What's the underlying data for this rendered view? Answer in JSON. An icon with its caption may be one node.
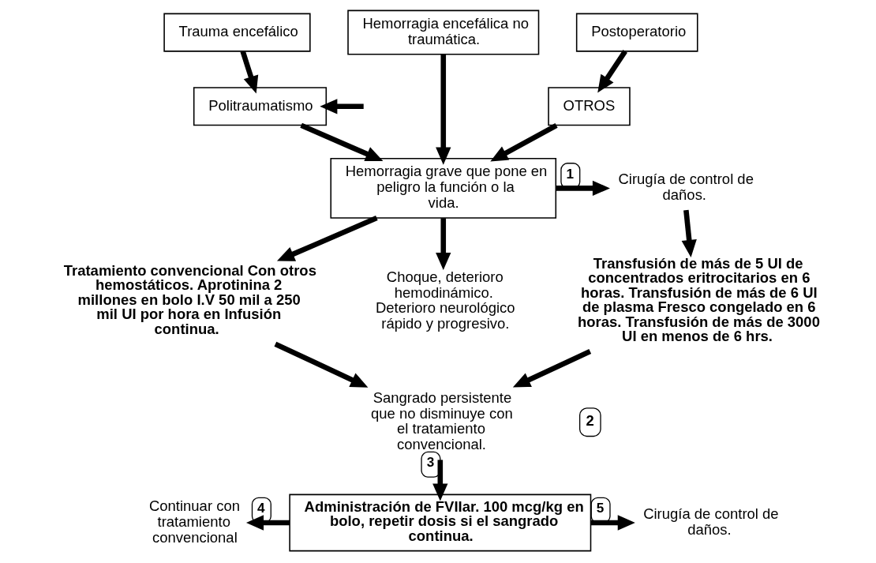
{
  "diagram": {
    "nodes": [
      {
        "text": [
          "Trauma encefálico"
        ]
      },
      {
        "text": [
          "Hemorragia encefálica no traumática."
        ]
      },
      {
        "text": [
          "Postoperatorio"
        ]
      },
      {
        "text": [
          "Politraumatismo"
        ]
      },
      {
        "text": [
          "OTROS"
        ]
      },
      {
        "text": [
          "Hemorragia grave que pone en peligro la función o la vida."
        ]
      },
      {
        "text": [
          "Cirugía de control de daños."
        ]
      },
      {
        "text": [
          "Tratamiento convencional Con otros hemostáticos. Aprotinina 2 millones en bolo I.V 50 mil a 250 mil UI por hora en Infusión continua."
        ]
      },
      {
        "text": [
          "Choque, deterioro hemodinámico. Deterioro neurológico rápido y progresivo."
        ]
      },
      {
        "text": [
          "Transfusión de más de 5 UI de concentrados eritrocitarios en 6 horas. Transfusión de más de 6 UI de plasma Fresco congelado en 6 horas. Transfusión de más de 3000 UI en menos de 6 hrs."
        ]
      },
      {
        "text": [
          "Sangrado persistente que no disminuye con el tratamiento convencional."
        ]
      },
      {
        "text": [
          "Administración de FVIIar. 100 mcg/kg en bolo, repetir dosis si el sangrado continua."
        ]
      },
      {
        "text": [
          "Continuar con tratamiento convencional"
        ]
      },
      {
        "text": [
          "Cirugía de control de daños."
        ]
      }
    ],
    "edges": [
      {
        "from": 0,
        "to": 3,
        "arrow": "to"
      },
      {
        "from": 2,
        "to": 4,
        "arrow": "to"
      },
      {
        "from": null,
        "to": 3,
        "arrow": "to"
      },
      {
        "from": 1,
        "to": 5,
        "arrow": "to"
      },
      {
        "from": 3,
        "to": 5,
        "arrow": "to"
      },
      {
        "from": 4,
        "to": 5,
        "arrow": "to"
      },
      {
        "from": 5,
        "to": 6,
        "arrow": "to",
        "label": "1"
      },
      {
        "from": 5,
        "to": 7,
        "arrow": "to"
      },
      {
        "from": 5,
        "to": 8,
        "arrow": "to"
      },
      {
        "from": 6,
        "to": 9,
        "arrow": "to"
      },
      {
        "from": 7,
        "to": 10,
        "arrow": "to"
      },
      {
        "from": 9,
        "to": 10,
        "arrow": "to"
      },
      {
        "from": 10,
        "to": 11,
        "arrow": "to",
        "label": "3"
      },
      {
        "from": 11,
        "to": 12,
        "arrow": "to",
        "label": "4"
      },
      {
        "from": 11,
        "to": 13,
        "arrow": "to",
        "label": "5"
      }
    ],
    "labels": [
      "2"
    ]
  }
}
